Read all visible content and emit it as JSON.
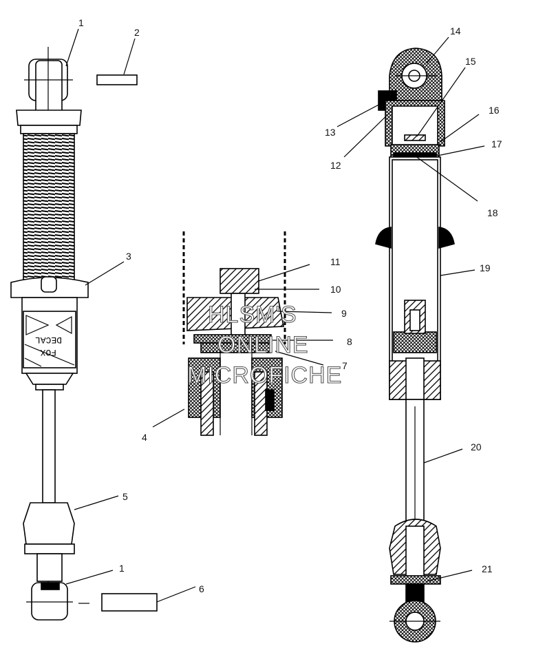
{
  "callouts": [
    {
      "id": "1a",
      "text": "1"
    },
    {
      "id": "2",
      "text": "2"
    },
    {
      "id": "3",
      "text": "3"
    },
    {
      "id": "4",
      "text": "4"
    },
    {
      "id": "5",
      "text": "5"
    },
    {
      "id": "1b",
      "text": "1"
    },
    {
      "id": "6",
      "text": "6"
    },
    {
      "id": "7",
      "text": "7"
    },
    {
      "id": "8",
      "text": "8"
    },
    {
      "id": "9",
      "text": "9"
    },
    {
      "id": "10",
      "text": "10"
    },
    {
      "id": "11",
      "text": "11"
    },
    {
      "id": "12",
      "text": "12"
    },
    {
      "id": "13",
      "text": "13"
    },
    {
      "id": "14",
      "text": "14"
    },
    {
      "id": "15",
      "text": "15"
    },
    {
      "id": "16",
      "text": "16"
    },
    {
      "id": "17",
      "text": "17"
    },
    {
      "id": "18",
      "text": "18"
    },
    {
      "id": "19",
      "text": "19"
    },
    {
      "id": "20",
      "text": "20"
    },
    {
      "id": "21",
      "text": "21"
    }
  ],
  "decal_text": [
    "FOX",
    "DECAL"
  ],
  "watermark": [
    "HLSM'S",
    "ONLINE",
    "MICROFICHE"
  ]
}
